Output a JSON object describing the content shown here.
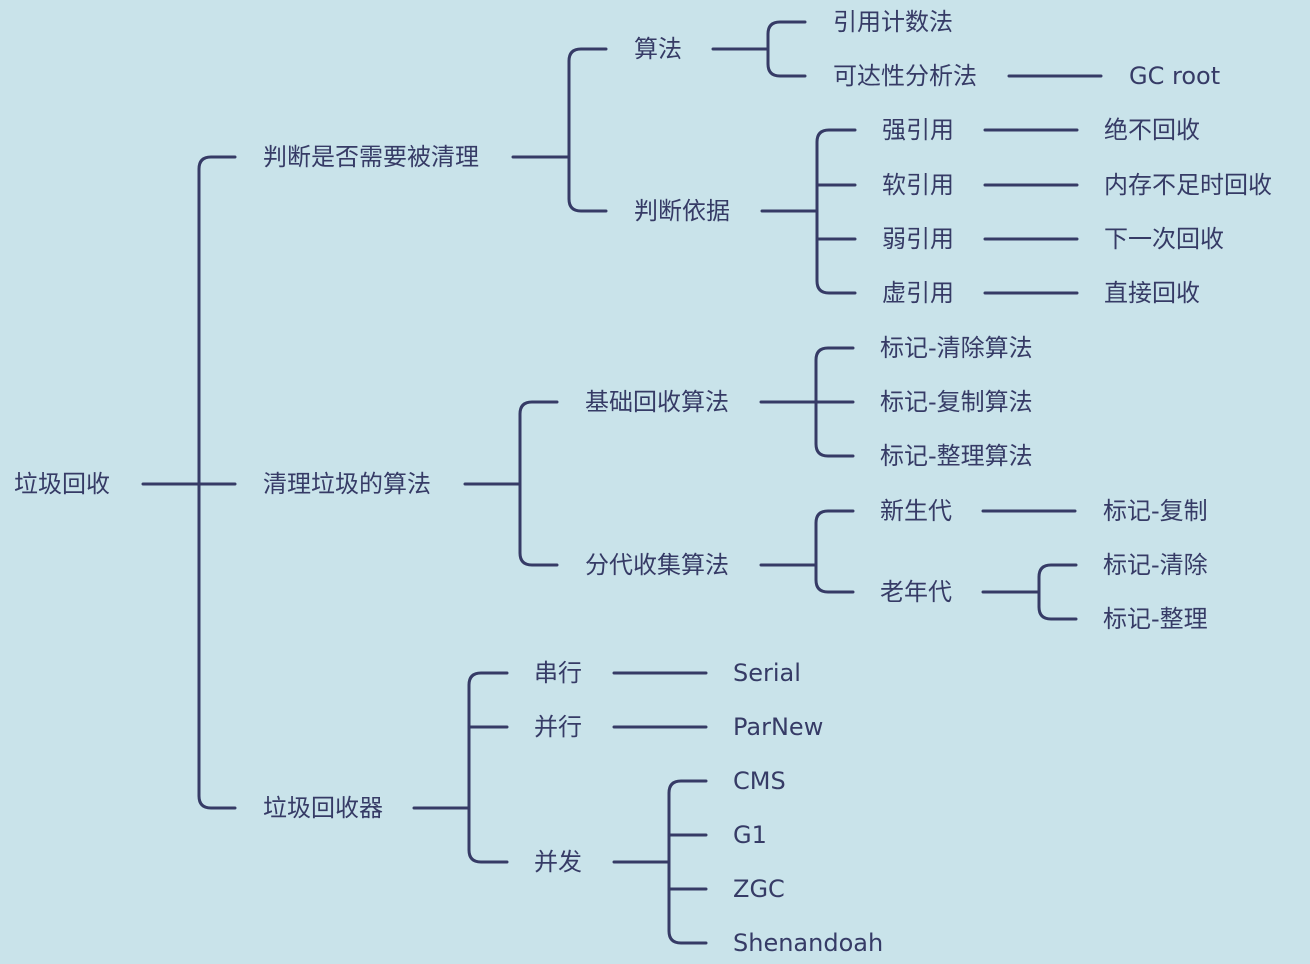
{
  "diagram": {
    "type": "mind-map",
    "colors": {
      "background": "#c9e3ea",
      "line": "#363b66",
      "text": "#363b66"
    },
    "nodes": {
      "root": "垃圾回收",
      "judge": "判断是否需要被清理",
      "judge_algo": "算法",
      "ref_count": "引用计数法",
      "reachability": "可达性分析法",
      "gc_root": "GC root",
      "judge_basis": "判断依据",
      "strong_ref": "强引用",
      "strong_ref_note": "绝不回收",
      "soft_ref": "软引用",
      "soft_ref_note": "内存不足时回收",
      "weak_ref": "弱引用",
      "weak_ref_note": "下一次回收",
      "phantom_ref": "虚引用",
      "phantom_ref_note": "直接回收",
      "gc_algorithms": "清理垃圾的算法",
      "basic_algo": "基础回收算法",
      "mark_sweep": "标记-清除算法",
      "mark_copy": "标记-复制算法",
      "mark_compact": "标记-整理算法",
      "generational": "分代收集算法",
      "young_gen": "新生代",
      "young_gen_algo": "标记-复制",
      "old_gen": "老年代",
      "old_gen_sweep": "标记-清除",
      "old_gen_compact": "标记-整理",
      "collectors": "垃圾回收器",
      "serial": "串行",
      "serial_name": "Serial",
      "parallel": "并行",
      "parallel_name": "ParNew",
      "concurrent": "并发",
      "cms": "CMS",
      "g1": "G1",
      "zgc": "ZGC",
      "shenandoah": "Shenandoah"
    }
  }
}
